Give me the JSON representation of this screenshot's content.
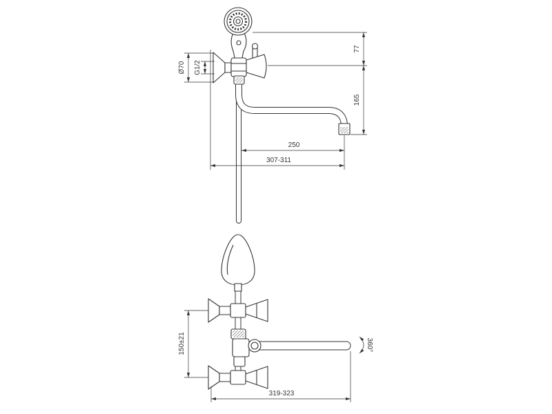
{
  "colors": {
    "line": "#333333",
    "background": "#ffffff"
  },
  "side_view": {
    "dim_shower_height": "77",
    "dim_spout_height": "165",
    "dim_spout_reach": "250",
    "dim_total_reach": "307-311",
    "dim_flange_diameter": "Ø70",
    "dim_thread": "G1/2"
  },
  "front_view": {
    "dim_inlet_spacing": "150±21",
    "dim_total_length": "319-323",
    "dim_spout_rotation": "360°"
  }
}
